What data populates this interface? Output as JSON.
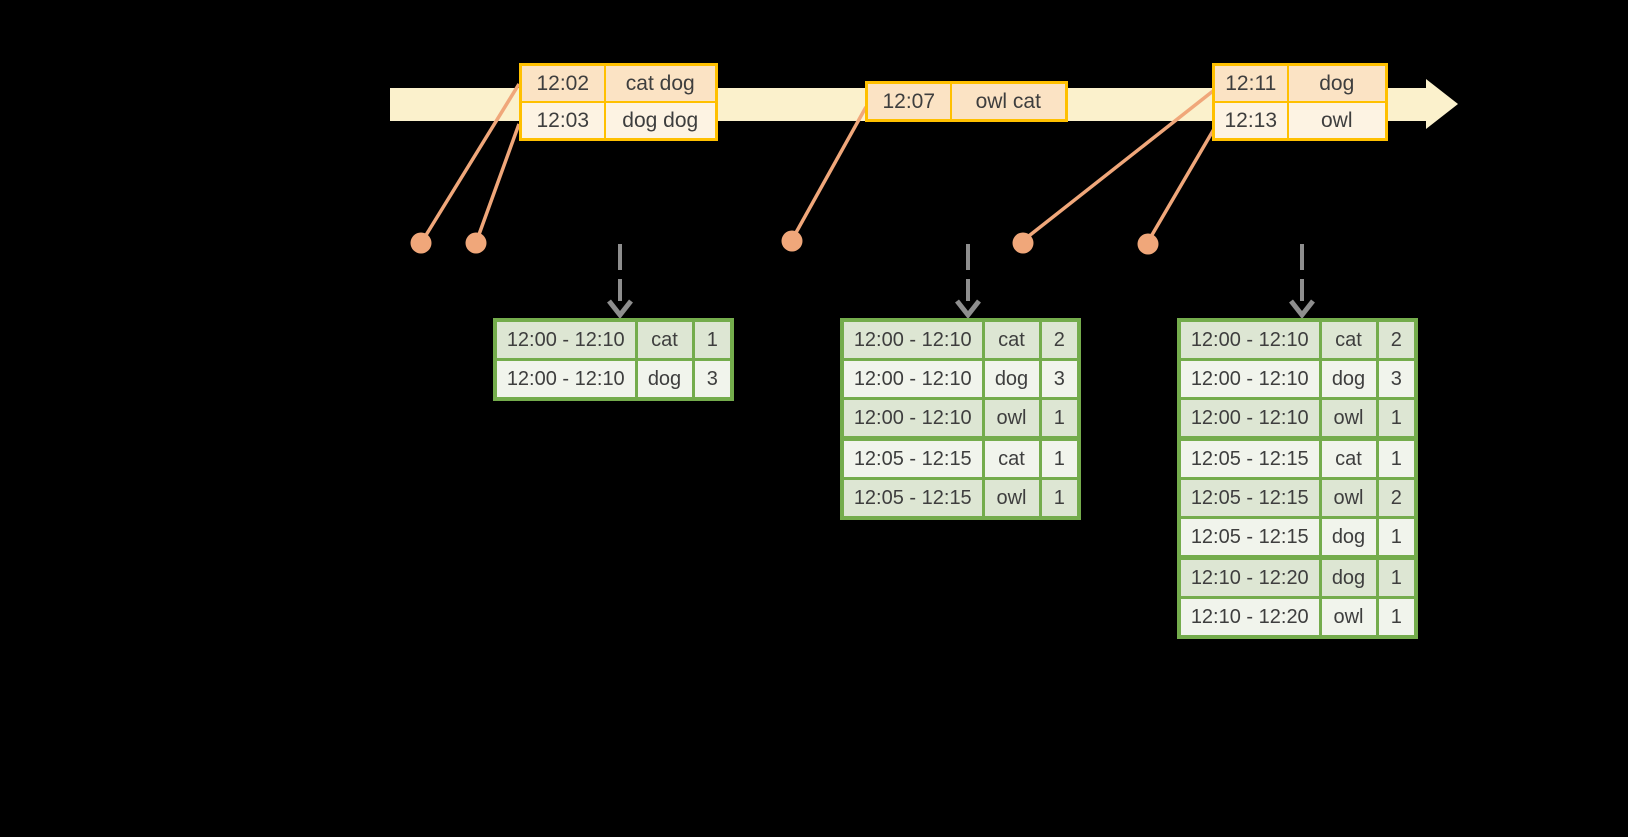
{
  "page": {
    "background": "#000000"
  },
  "colors": {
    "timeline_fill": "#FBF1CC",
    "event_table_border": "#FFC000",
    "event_row_peach": "#FBE3C4",
    "event_row_cream": "#FDF3E3",
    "connector_orange": "#F0A77A",
    "trigger_arrow_gray": "#8E8E8E",
    "result_table_border": "#74AC4C",
    "result_row_sage": "#DDE6D3",
    "result_row_light": "#F1F4EC",
    "text": "#3E3E3E"
  },
  "icons": {
    "timeline_arrow": "right-pointing-block-arrow",
    "event_dot": "filled-circle-marker",
    "trigger_arrow": "dashed-down-arrow"
  },
  "timeline": {
    "event_tables": [
      {
        "rows": [
          {
            "time": "12:02",
            "words": "cat dog"
          },
          {
            "time": "12:03",
            "words": "dog dog"
          }
        ]
      },
      {
        "rows": [
          {
            "time": "12:07",
            "words": "owl cat"
          }
        ]
      },
      {
        "rows": [
          {
            "time": "12:11",
            "words": "dog"
          },
          {
            "time": "12:13",
            "words": "owl"
          }
        ]
      }
    ]
  },
  "result_tables": [
    {
      "rows": [
        [
          "12:00 - 12:10",
          "cat",
          "1"
        ],
        [
          "12:00 - 12:10",
          "dog",
          "3"
        ]
      ]
    },
    {
      "rows": [
        [
          "12:00 - 12:10",
          "cat",
          "2"
        ],
        [
          "12:00 - 12:10",
          "dog",
          "3"
        ],
        [
          "12:00 - 12:10",
          "owl",
          "1"
        ],
        [
          "12:05 - 12:15",
          "cat",
          "1"
        ],
        [
          "12:05 - 12:15",
          "owl",
          "1"
        ]
      ]
    },
    {
      "rows": [
        [
          "12:00 - 12:10",
          "cat",
          "2"
        ],
        [
          "12:00 - 12:10",
          "dog",
          "3"
        ],
        [
          "12:00 - 12:10",
          "owl",
          "1"
        ],
        [
          "12:05 - 12:15",
          "cat",
          "1"
        ],
        [
          "12:05 - 12:15",
          "owl",
          "2"
        ],
        [
          "12:05 - 12:15",
          "dog",
          "1"
        ],
        [
          "12:10 - 12:20",
          "dog",
          "1"
        ],
        [
          "12:10 - 12:20",
          "owl",
          "1"
        ]
      ]
    }
  ]
}
